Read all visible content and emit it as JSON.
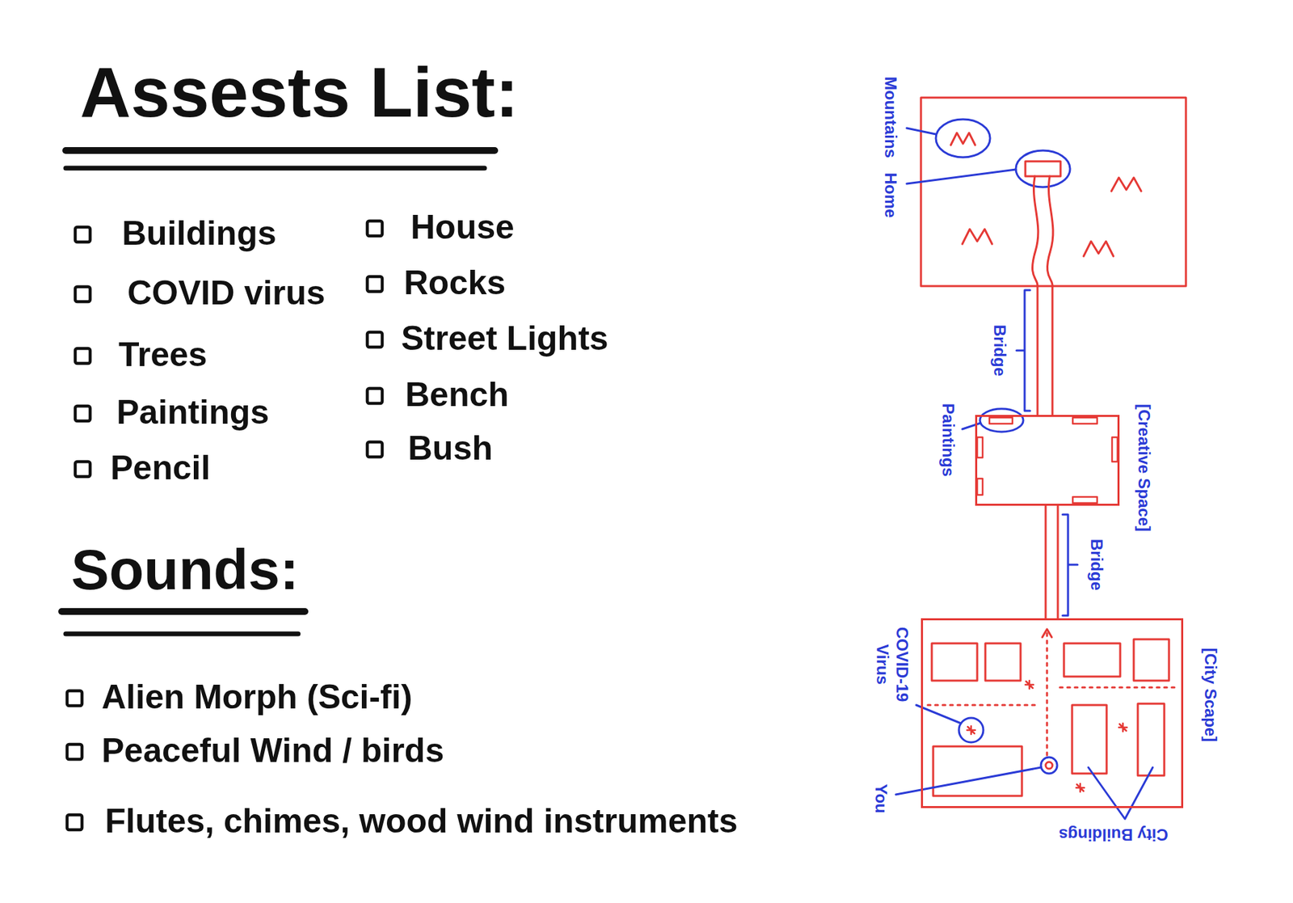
{
  "diagram": {
    "title": "Assests List:",
    "nodes": [
      {
        "text": [
          "[Creative Space]"
        ]
      },
      {
        "text": [
          "[City Scape]"
        ]
      }
    ],
    "labels": [
      "Buildings",
      "COVID virus",
      "Trees",
      "Paintings",
      "Pencil",
      "House",
      "Rocks",
      "Street Lights",
      "Bench",
      "Bush",
      "Sounds:",
      "Alien Morph (Sci-fi)",
      "Peaceful Wind / birds",
      "Flutes, chimes, wood wind instruments",
      "Mountains",
      "Home",
      "Bridge",
      "Paintings",
      "Bridge",
      "COVID-19 Virus",
      "You",
      "City Buildings"
    ]
  }
}
